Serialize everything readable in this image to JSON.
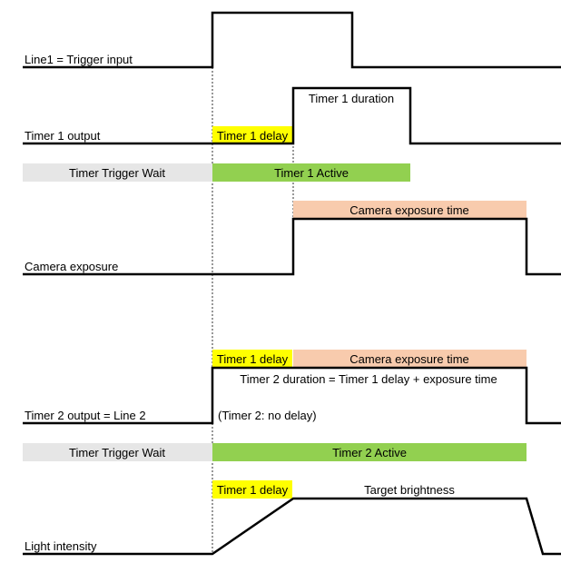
{
  "colors": {
    "yellow": "#ffff00",
    "green": "#92d050",
    "grey": "#e6e6e6",
    "peach": "#f8cbad",
    "line": "#000000"
  },
  "signals": {
    "line1": "Line1 = Trigger input",
    "timer1_output": "Timer 1 output",
    "camera_exposure": "Camera exposure",
    "timer2_output": "Timer 2 output = Line 2",
    "light_intensity": "Light intensity"
  },
  "annotations": {
    "timer1_duration": "Timer 1 duration",
    "timer1_delay": "Timer 1 delay",
    "timer_trigger_wait": "Timer Trigger Wait",
    "timer1_active": "Timer 1 Active",
    "camera_exposure_time": "Camera exposure time",
    "timer2_duration": "Timer 2 duration = Timer 1 delay + exposure time",
    "timer2_no_delay": "(Timer 2: no delay)",
    "timer2_active": "Timer 2 Active",
    "target_brightness": "Target brightness"
  }
}
